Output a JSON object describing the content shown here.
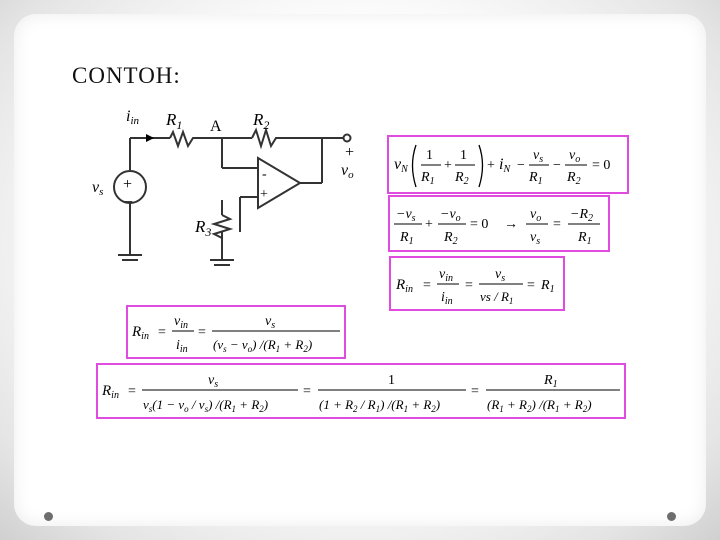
{
  "title": "CONTOH:",
  "circuit": {
    "iin": "i",
    "iin_sub": "in",
    "r1": "R",
    "r1_sub": "1",
    "node_a": "A",
    "r2": "R",
    "r2_sub": "2",
    "r3": "R",
    "r3_sub": "3",
    "vs": "v",
    "vs_sub": "s",
    "plus": "+",
    "minus": "−",
    "opamp_minus": "-",
    "opamp_plus": "+",
    "vo": "v",
    "vo_sub": "o"
  },
  "eq1": {
    "vN": "v",
    "N": "N",
    "one": "1",
    "R": "R",
    "one_sub": "1",
    "two_sub": "2",
    "plus": "+",
    "i": "i",
    "vs": "v",
    "s": "s",
    "minus": "−",
    "vo": "v",
    "o": "o",
    "equals": "= 0"
  },
  "eq2": {
    "neg_vs": "−v",
    "s": "s",
    "plus": "+",
    "neg_vo": "−v",
    "o": "o",
    "R": "R",
    "one_sub": "1",
    "two_sub": "2",
    "eq0": "= 0",
    "arrow": "→",
    "vo": "v",
    "vs": "v",
    "eq": "=",
    "negR2": "−R",
    "R1": "R"
  },
  "eq3": {
    "R": "R",
    "in": "in",
    "v": "v",
    "i": "i",
    "s": "s",
    "eq": "=",
    "den": "vs / R",
    "one": "1",
    "R1": "R"
  },
  "eq4": {
    "R": "R",
    "in": "in",
    "v": "v",
    "i": "i",
    "s": "s",
    "eq": "=",
    "den_l": "(v",
    "den_m": " − v",
    "den_r": ") /(R",
    "plus": " + R",
    "close": ")",
    "o": "o",
    "one": "1",
    "two": "2"
  },
  "eq5": {
    "R": "R",
    "in": "in",
    "v": "v",
    "s": "s",
    "eq": "=",
    "d1a": "v",
    "d1b": "(1 − v",
    "d1c": " / v",
    "d1d": ") /(R",
    "d1e": " + R",
    "d1f": ")",
    "one": "1",
    "n2": "1",
    "d2a": "(1 + R",
    "d2b": " / R",
    "d2c": ") /(R",
    "d2d": " + R",
    "d2e": ")",
    "n3": "R",
    "d3a": "(R",
    "d3b": " + R",
    "d3c": ") /(R",
    "d3d": " + R",
    "d3e": ")",
    "o": "o",
    "two": "2"
  }
}
